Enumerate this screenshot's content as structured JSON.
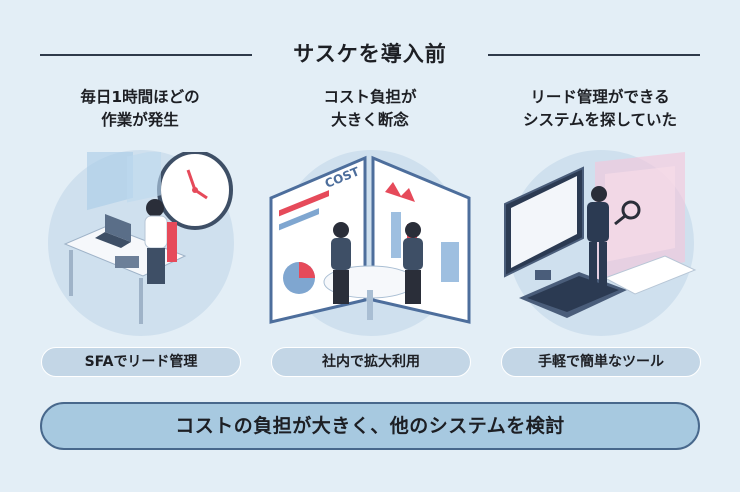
{
  "title": "サスケを導入前",
  "columns": [
    {
      "caption_line1": "毎日1時間ほどの",
      "caption_line2": "作業が発生",
      "pill": "SFAでリード管理",
      "icon": "office-worker-clock-illustration"
    },
    {
      "caption_line1": "コスト負担が",
      "caption_line2": "大きく断念",
      "pill": "社内で拡大利用",
      "icon": "cost-meeting-illustration",
      "board_text": "COST"
    },
    {
      "caption_line1": "リード管理ができる",
      "caption_line2": "システムを探していた",
      "pill": "手軽で簡単なツール",
      "icon": "search-monitor-illustration"
    }
  ],
  "conclusion": "コストの負担が大きく、他のシステムを検討",
  "colors": {
    "background": "#e3eef6",
    "circle": "#cfe0ee",
    "pill": "#c3d6e6",
    "banner": "#a7c9e0",
    "banner_border": "#48688c",
    "accent_red": "#e64a5a"
  }
}
